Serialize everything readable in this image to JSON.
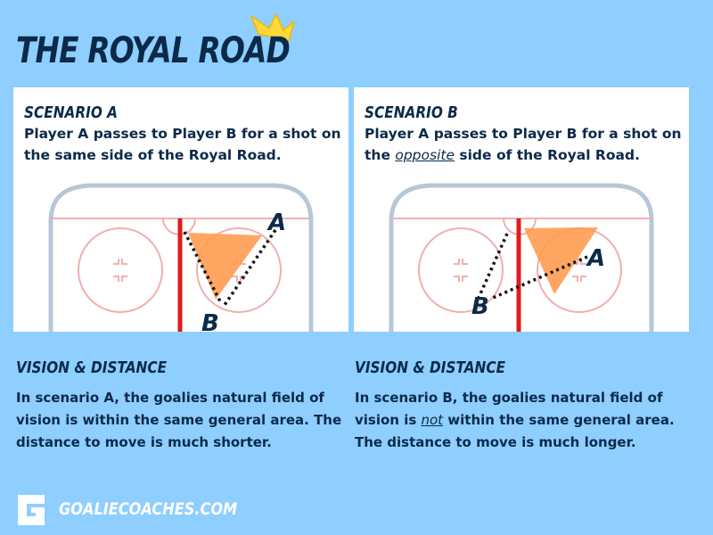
{
  "title": "THE ROYAL ROAD",
  "scenario_a": {
    "label": "SCENARIO A",
    "desc": "Player A passes to Player B for a shot on the same side of the Royal Road.",
    "player_a": "A",
    "player_b": "B"
  },
  "scenario_b": {
    "label": "SCENARIO B",
    "desc_before": "Player A passes to Player B for a shot on the ",
    "desc_emph": "opposite",
    "desc_after": " side of the Royal Road.",
    "player_a": "A",
    "player_b": "B"
  },
  "vision_a": {
    "heading": "VISION & DISTANCE",
    "text": "In scenario A, the goalies natural field of vision is within the same general area. The distance to move is much shorter."
  },
  "vision_b": {
    "heading": "VISION & DISTANCE",
    "text_before": "In scenario B, the goalies natural field of vision is ",
    "text_emph": "not",
    "text_after": " within the same general area. The distance to move is much longer."
  },
  "footer": {
    "site": "GOALIECOACHES.COM"
  },
  "colors": {
    "background": "#8ecfff",
    "navy": "#0b2a4a",
    "royal_road_line": "#e01b1b",
    "shot_cone": "#ff9a4d",
    "crown": "#ffd83a"
  }
}
